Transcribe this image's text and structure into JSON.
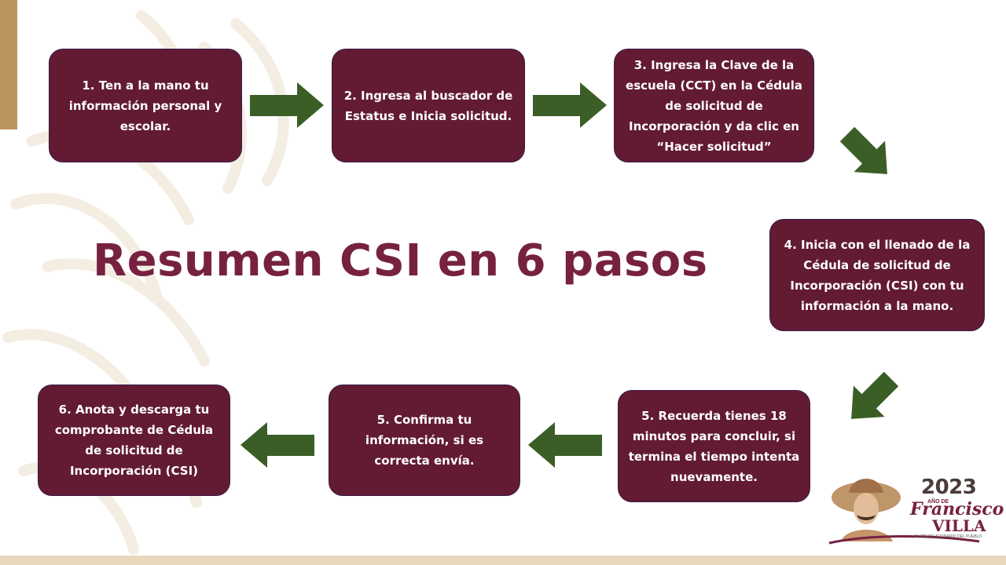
{
  "title": "Resumen CSI en 6 pasos",
  "steps": [
    {
      "text": "1. Ten a la mano tu información personal y escolar."
    },
    {
      "text": "2. Ingresa al buscador de Estatus e Inicia solicitud."
    },
    {
      "text": "3. Ingresa la Clave de la escuela (CCT) en la Cédula de solicitud de Incorporación y da clic en “Hacer solicitud”"
    },
    {
      "text": "4. Inicia con el llenado de la Cédula de solicitud de Incorporación (CSI) con tu información a la mano."
    },
    {
      "text": "5. Recuerda tienes 18 minutos para concluir, si termina el tiempo intenta nuevamente."
    },
    {
      "text": "5. Confirma tu información, si es correcta envía."
    },
    {
      "text": "6. Anota y descarga tu comprobante de Cédula de solicitud de Incorporación (CSI)"
    }
  ],
  "logo": {
    "year": "2023",
    "ano": "AÑO DE",
    "name1": "Francisco",
    "name2": "VILLA",
    "tagline": "EL REVOLUCIONARIO DEL PUEBLO"
  },
  "colors": {
    "box": "#621B32",
    "title": "#772141",
    "arrow": "#3B5E26",
    "gold": "#BC955C"
  }
}
